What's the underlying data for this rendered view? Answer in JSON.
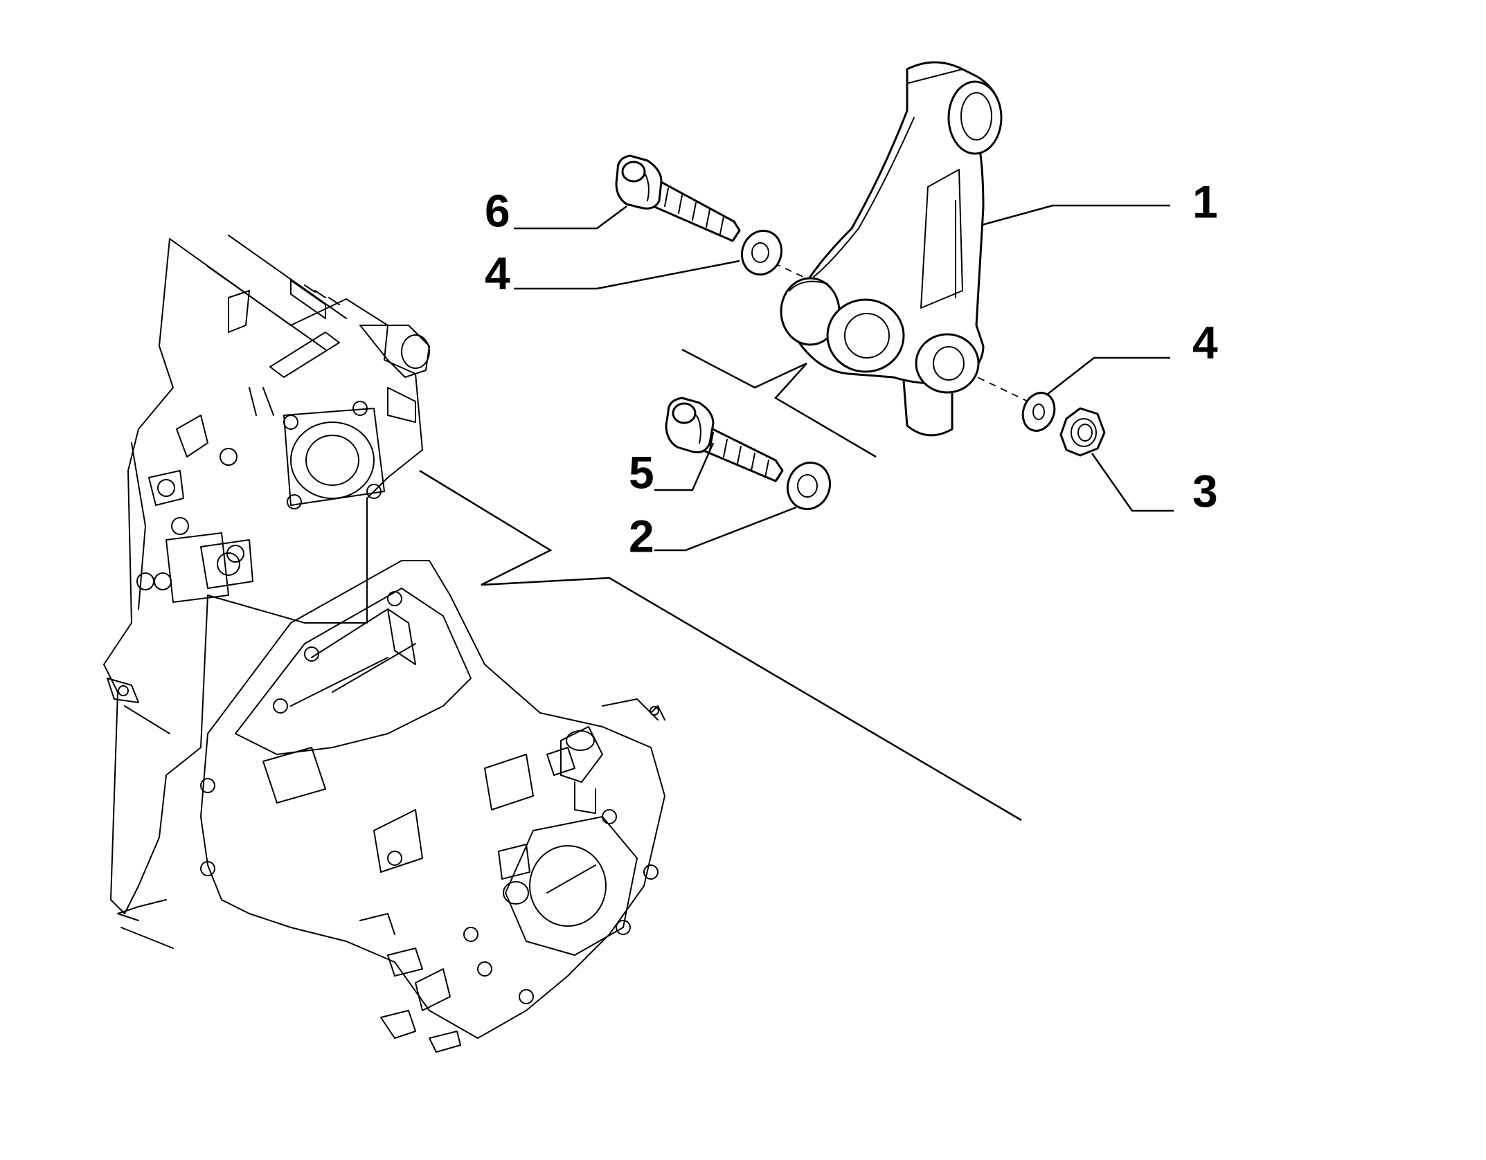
{
  "diagram": {
    "callouts": [
      {
        "id": "callout-1",
        "text": "1",
        "part": "mounting-bracket"
      },
      {
        "id": "callout-6",
        "text": "6",
        "part": "upper-bolt"
      },
      {
        "id": "callout-4-upper",
        "text": "4",
        "part": "upper-washer"
      },
      {
        "id": "callout-4-right",
        "text": "4",
        "part": "right-washer"
      },
      {
        "id": "callout-3",
        "text": "3",
        "part": "nut"
      },
      {
        "id": "callout-5",
        "text": "5",
        "part": "lower-bolt"
      },
      {
        "id": "callout-2",
        "text": "2",
        "part": "lower-washer"
      }
    ],
    "colors": {
      "line": "#000000",
      "background": "#ffffff"
    }
  }
}
